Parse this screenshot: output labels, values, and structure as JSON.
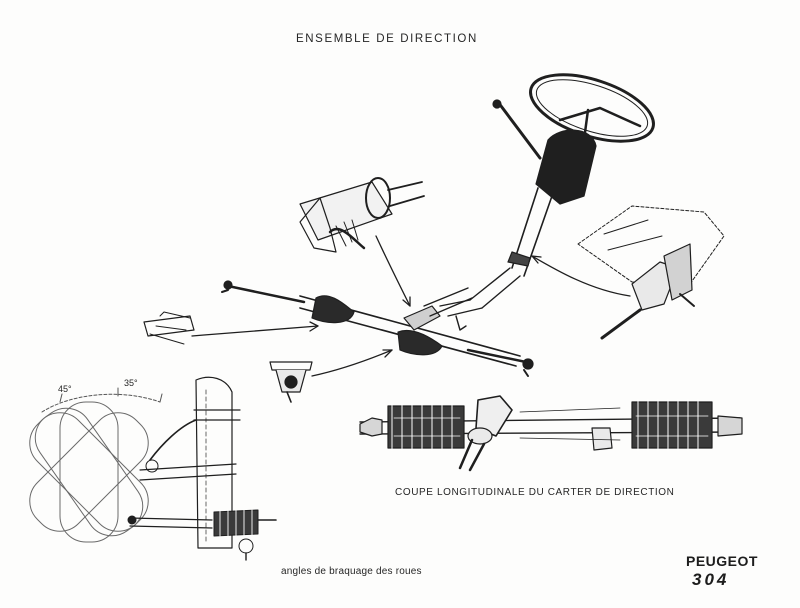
{
  "title": "ENSEMBLE DE DIRECTION",
  "captions": {
    "rack_section": "COUPE LONGITUDINALE DU CARTER DE DIRECTION",
    "steering_angles": "angles de braquage des roues"
  },
  "angles": {
    "outer": "45°",
    "inner": "35°"
  },
  "brand": {
    "name": "PEUGEOT",
    "model": "304"
  },
  "colors": {
    "ink": "#1f1f1f",
    "paper": "#fdfdfc"
  }
}
